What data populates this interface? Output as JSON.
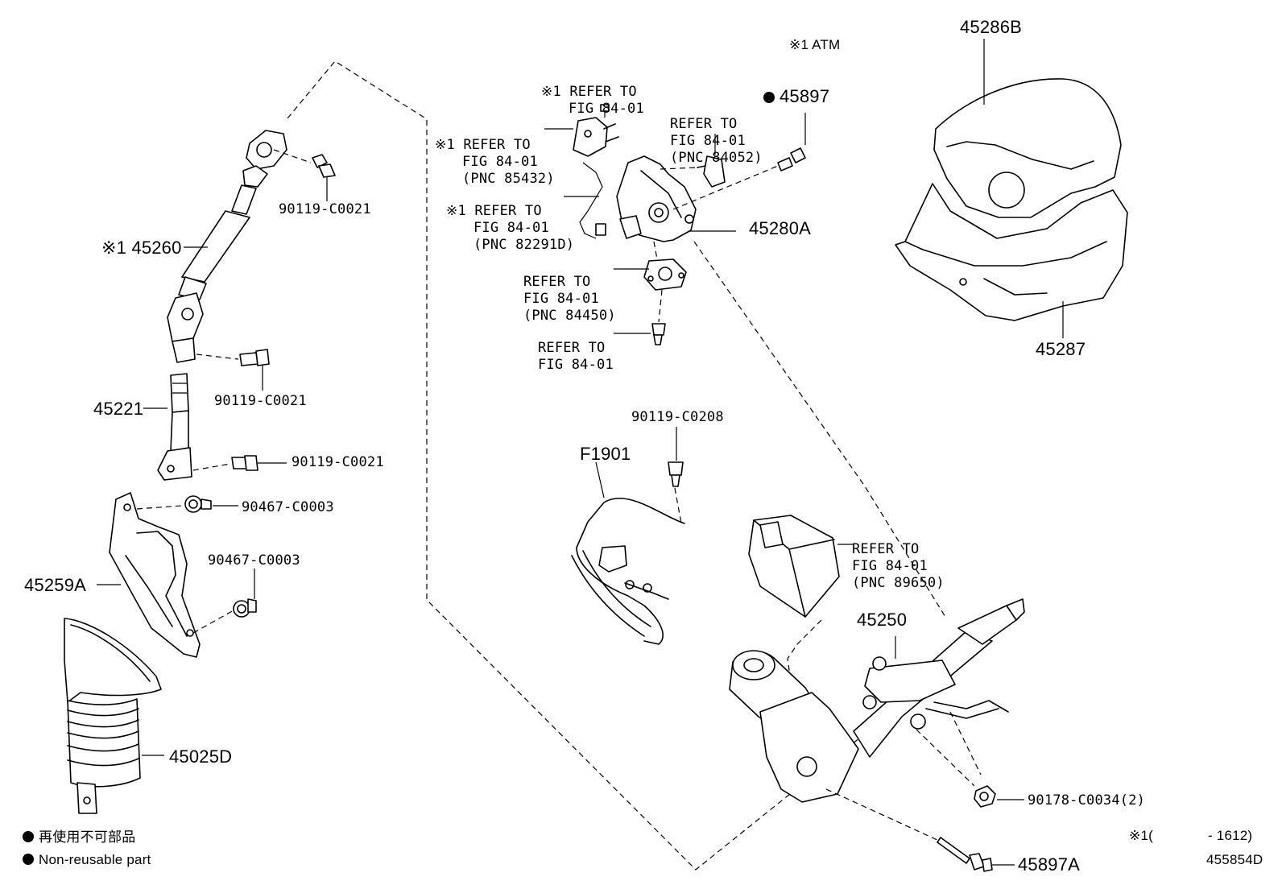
{
  "legend": {
    "jp": "再使用不可部品",
    "en": "Non-reusable part"
  },
  "figure_code": "455854D",
  "footnote": {
    "marker": "※1",
    "range": "- 1612)",
    "open": "("
  },
  "atm_note": "※1 ATM",
  "labels": {
    "p45260": "※1 45260",
    "p90119_a": "90119-C0021",
    "p90119_b": "90119-C0021",
    "p90119_c": "90119-C0021",
    "p45221": "45221",
    "p90467_a": "90467-C0003",
    "p90467_b": "90467-C0003",
    "p45259A": "45259A",
    "p45025D": "45025D",
    "ref_1": [
      "※1 REFER TO",
      "FIG 84-01"
    ],
    "ref_2": [
      "※1 REFER TO",
      "FIG 84-01",
      "(PNC 85432)"
    ],
    "ref_3": [
      "※1 REFER TO",
      "FIG 84-01",
      "(PNC 82291D)"
    ],
    "ref_4": [
      "REFER TO",
      "FIG 84-01",
      "(PNC 84052)"
    ],
    "ref_5": [
      "REFER TO",
      "FIG 84-01",
      "(PNC 84450)"
    ],
    "ref_6": [
      "REFER TO",
      "FIG 84-01"
    ],
    "ref_7": [
      "REFER TO",
      "FIG 84-01",
      "(PNC 89650)"
    ],
    "p45897": "45897",
    "p45280A": "45280A",
    "p45286B": "45286B",
    "p45287": "45287",
    "p90119_c0208": "90119-C0208",
    "pF1901": "F1901",
    "p45250": "45250",
    "p90178": "90178-C0034(2)",
    "p45897A": "45897A"
  }
}
